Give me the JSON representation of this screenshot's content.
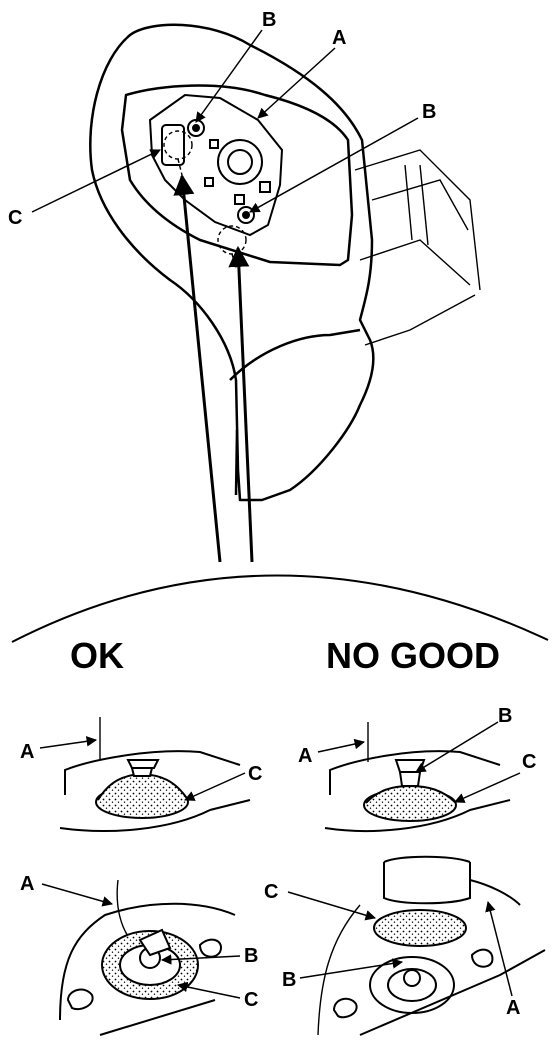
{
  "top_callouts": {
    "a": "A",
    "b1": "B",
    "b2": "B",
    "c": "C"
  },
  "ok_panel": {
    "heading": "OK",
    "upper": {
      "a": "A",
      "c": "C"
    },
    "lower": {
      "a": "A",
      "b": "B",
      "c": "C"
    }
  },
  "no_good_panel": {
    "heading": "NO GOOD",
    "upper": {
      "a": "A",
      "b": "B",
      "c": "C"
    },
    "lower": {
      "a": "A",
      "b": "B",
      "c": "C"
    }
  }
}
